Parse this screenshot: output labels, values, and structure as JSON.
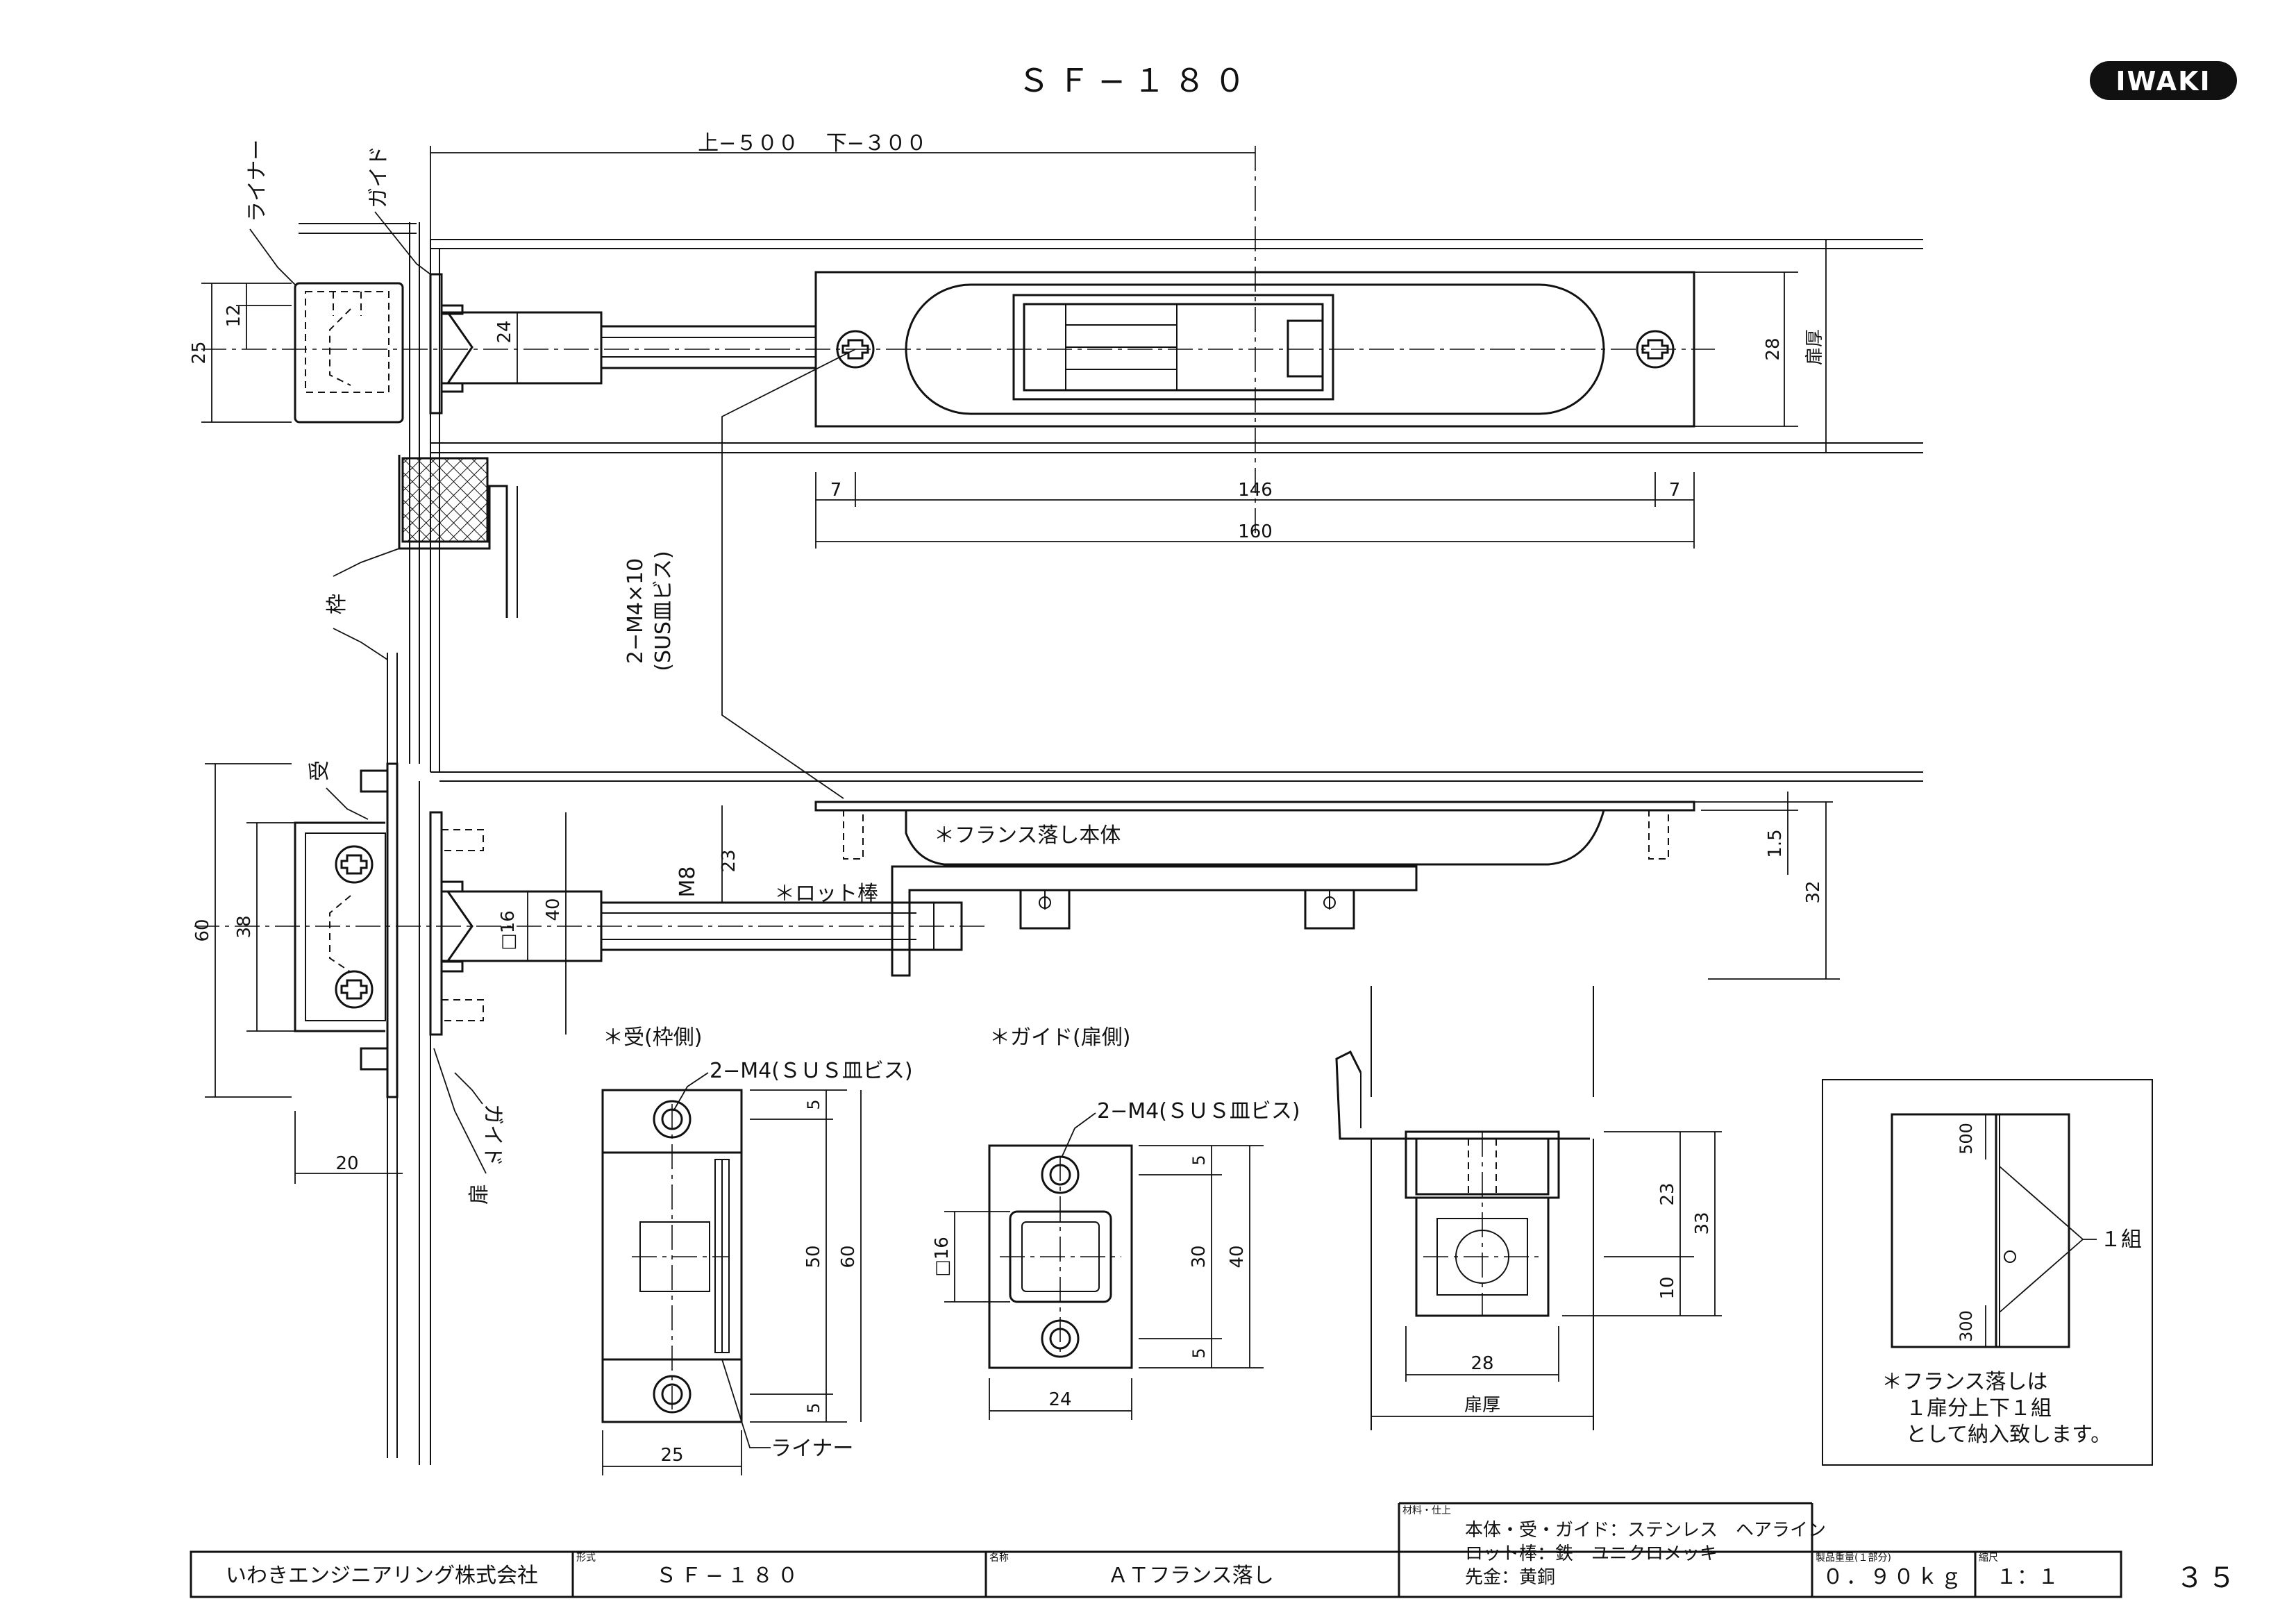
{
  "header": {
    "model": "ＳＦ−１８０",
    "brand": "IWAKI",
    "page_number": "３５"
  },
  "labels": {
    "liner": "ライナー",
    "guide": "ガイド",
    "frame": "枠",
    "receiver": "受",
    "door": "扉",
    "door_thickness": "扉厚",
    "length_note": "上−５００　 下−３００",
    "screw_spec": "2−M4×10",
    "screw_material": "(SUS皿ビス)",
    "flush_bolt_body": "＊フランス落し本体",
    "rod": "＊ロット棒",
    "thread": "M8",
    "receiver_view": "＊受(枠側)",
    "guide_view": "＊ガイド(扉側)",
    "screw_m4_receiver": "2−M4(ＳＵＳ皿ビス)",
    "screw_m4_guide": "2−M4(ＳＵＳ皿ビス)",
    "one_set": "１組",
    "note_line1": "＊フランス落しは",
    "note_line2": "１扉分上下１組",
    "note_line3": "として納入致します。"
  },
  "dimensions": {
    "d25": "25",
    "d12": "12",
    "d24": "24",
    "d28": "28",
    "d7a": "7",
    "d146": "146",
    "d7b": "7",
    "d160": "160",
    "d60": "60",
    "d38": "38",
    "d20": "20",
    "d23": "23",
    "d40": "40",
    "d16": "□16",
    "d1_5": "1.5",
    "d32": "32",
    "r5a": "5",
    "r50": "50",
    "r60": "60",
    "r5b": "5",
    "r25": "25",
    "g5a": "5",
    "g30": "30",
    "g40": "40",
    "g5b": "5",
    "g16": "□16",
    "g24": "24",
    "c23": "23",
    "c33": "33",
    "c10": "10",
    "c28": "28",
    "n500": "500",
    "n300": "300"
  },
  "title_block": {
    "company": "いわきエンジニアリング株式会社",
    "model_caption": "形式",
    "model": "ＳＦ−１８０",
    "name_caption": "名称",
    "name": "ＡＴフランス落し",
    "material_caption": "材料・仕上",
    "material_line1": "本体・受・ガイド：ステンレス　ヘアライン",
    "material_line2": "ロット棒：鉄　ユニクロメッキ",
    "material_line3": "先金：黄銅",
    "weight_caption": "製品重量(１部分)",
    "weight": "０．９０ｋｇ",
    "scale_caption": "縮尺",
    "scale": "１：１"
  }
}
